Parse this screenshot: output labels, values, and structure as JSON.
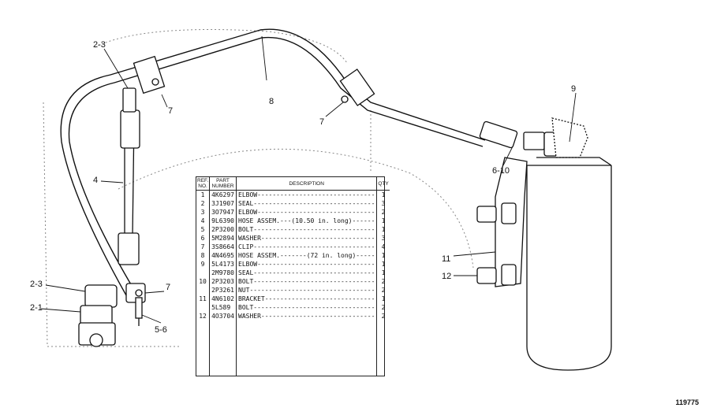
{
  "figure_number": "119775",
  "callouts": {
    "c1": "2-3",
    "c2": "7",
    "c3": "8",
    "c4": "7",
    "c5": "9",
    "c6": "4",
    "c7": "6-10",
    "c8": "11",
    "c9": "12",
    "c10": "2-3",
    "c11": "2-1",
    "c12": "7",
    "c13": "5-6"
  },
  "parts_table": {
    "headers": {
      "ref": "REF. NO.",
      "part_number": "PART NUMBER",
      "description": "DESCRIPTION",
      "qty": "QTY"
    },
    "rows": [
      {
        "ref": "1",
        "part": "4K6297",
        "desc": "ELBOW-------------------------------",
        "qty": "1"
      },
      {
        "ref": "2",
        "part": "3J1907",
        "desc": "SEAL--------------------------------",
        "qty": "3"
      },
      {
        "ref": "3",
        "part": "3O7947",
        "desc": "ELBOW-------------------------------",
        "qty": "2"
      },
      {
        "ref": "4",
        "part": "9L6390",
        "desc": "HOSE ASSEM.---(10.50 in. long)------",
        "qty": "1"
      },
      {
        "ref": "5",
        "part": "2P3200",
        "desc": "BOLT--------------------------------",
        "qty": "1"
      },
      {
        "ref": "6",
        "part": "5M2894",
        "desc": "WASHER------------------------------",
        "qty": "3"
      },
      {
        "ref": "7",
        "part": "3S8664",
        "desc": "CLIP--------------------------------",
        "qty": "4"
      },
      {
        "ref": "8",
        "part": "4N4695",
        "desc": "HOSE ASSEM.-------(72 in. long)-----",
        "qty": "1"
      },
      {
        "ref": "9",
        "part": "5L4173",
        "desc": "ELBOW-------------------------------",
        "qty": "1"
      },
      {
        "ref": "",
        "part": "2M9780",
        "desc": "SEAL--------------------------------",
        "qty": "1"
      },
      {
        "ref": "10",
        "part": "2P3203",
        "desc": "BOLT--------------------------------",
        "qty": "2"
      },
      {
        "ref": "",
        "part": "2P3261",
        "desc": "NUT---------------------------------",
        "qty": "2"
      },
      {
        "ref": "11",
        "part": "4N6102",
        "desc": "BRACKET-----------------------------",
        "qty": "1"
      },
      {
        "ref": "",
        "part": "5L589",
        "desc": "BOLT--------------------------------",
        "qty": "2"
      },
      {
        "ref": "12",
        "part": "4O3704",
        "desc": "WASHER------------------------------",
        "qty": "2"
      }
    ]
  }
}
